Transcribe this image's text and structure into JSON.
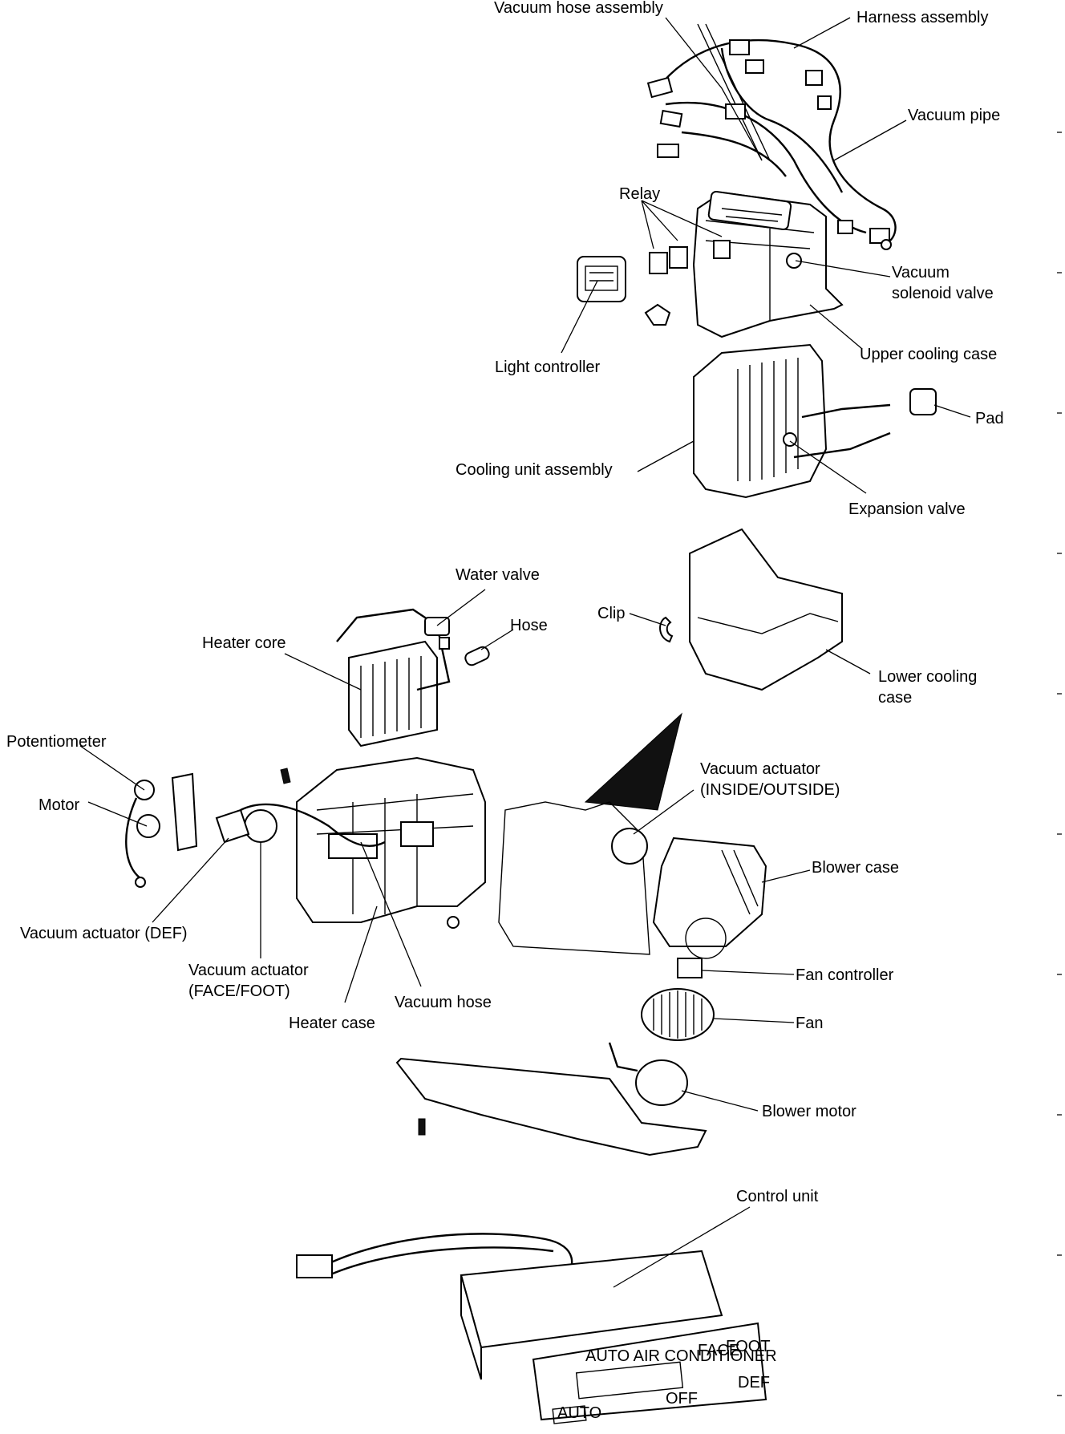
{
  "labels": {
    "vacuum_hose_assembly": "Vacuum hose assembly",
    "harness_assembly": "Harness assembly",
    "vacuum_pipe": "Vacuum pipe",
    "relay": "Relay",
    "vacuum_solenoid_valve_1": "Vacuum",
    "vacuum_solenoid_valve_2": "solenoid valve",
    "light_controller": "Light controller",
    "upper_cooling_case": "Upper cooling case",
    "pad": "Pad",
    "cooling_unit_assembly": "Cooling unit assembly",
    "expansion_valve": "Expansion valve",
    "water_valve": "Water valve",
    "hose": "Hose",
    "clip": "Clip",
    "heater_core": "Heater core",
    "lower_cooling_case_1": "Lower cooling",
    "lower_cooling_case_2": "case",
    "potentiometer": "Potentiometer",
    "motor": "Motor",
    "vacuum_actuator_io_1": "Vacuum actuator",
    "vacuum_actuator_io_2": "(INSIDE/OUTSIDE)",
    "blower_case": "Blower case",
    "vacuum_actuator_def": "Vacuum actuator (DEF)",
    "vacuum_actuator_ff_1": "Vacuum actuator",
    "vacuum_actuator_ff_2": "(FACE/FOOT)",
    "vacuum_hose": "Vacuum hose",
    "heater_case": "Heater case",
    "fan_controller": "Fan controller",
    "fan": "Fan",
    "blower_motor": "Blower motor",
    "control_unit": "Control unit"
  },
  "panel_text": {
    "title": "AUTO AIR CONDITIONER",
    "auto": "AUTO",
    "face": "FACE",
    "foot": "FOOT",
    "off": "OFF",
    "def": "DEF"
  }
}
